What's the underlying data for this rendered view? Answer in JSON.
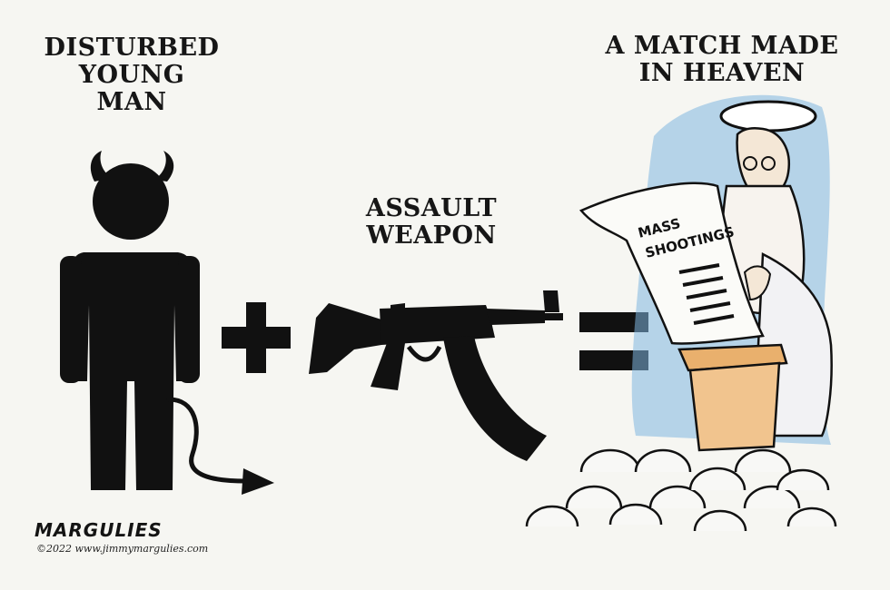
{
  "captions": {
    "left": [
      "DISTURBED",
      "YOUNG",
      "MAN"
    ],
    "middle": [
      "ASSAULT",
      "WEAPON"
    ],
    "right": [
      "A MATCH MADE",
      "IN HEAVEN"
    ]
  },
  "newspaper": {
    "headline": [
      "MASS",
      "SHOOTINGS"
    ]
  },
  "signature": {
    "name": "MARGULIES",
    "copyright": "©2022 www.jimmymargulies.com"
  },
  "colors": {
    "ink": "#111111",
    "paper": "#f6f6f2",
    "sky": "#7fb6e0",
    "podium": "#f1c48e"
  },
  "icons": {
    "plus": "plus-sign-icon",
    "equals": "equals-sign-icon",
    "figure": "devil-man-icon",
    "weapon": "rifle-icon"
  }
}
